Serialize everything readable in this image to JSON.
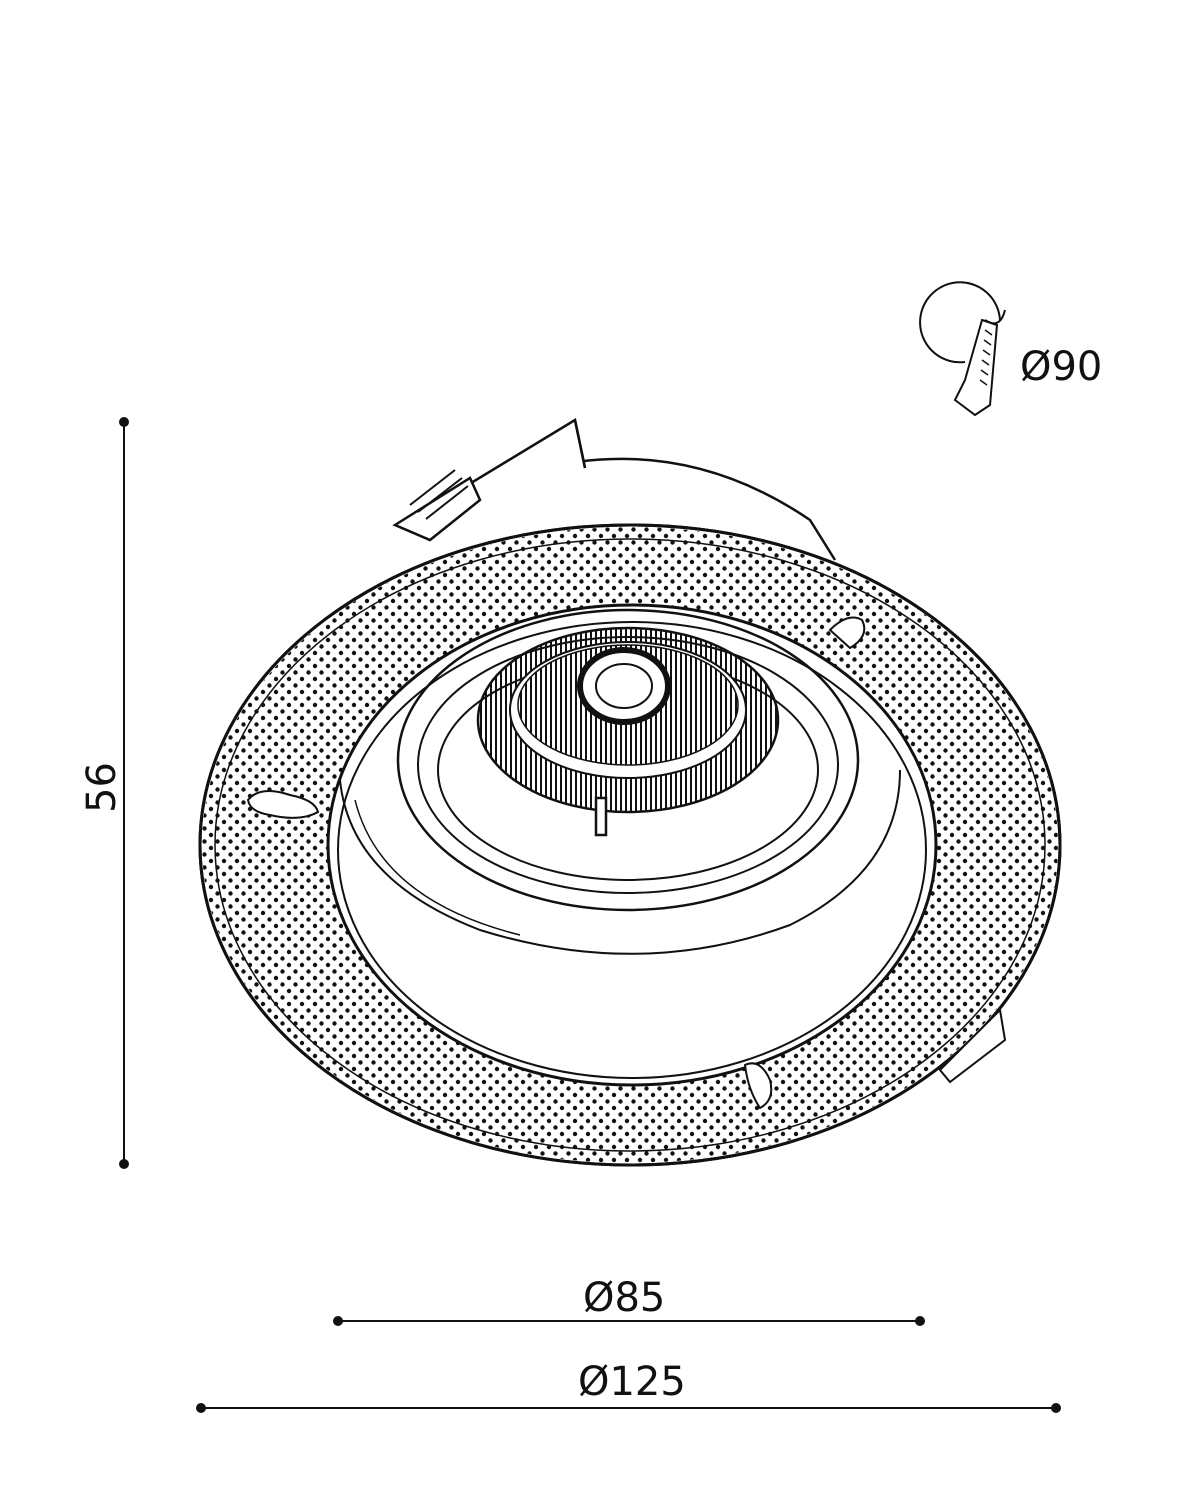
{
  "dimensions": {
    "height_label": "56",
    "inner_diameter_label": "Ø85",
    "outer_diameter_label": "Ø125",
    "cutout_label": "Ø90"
  },
  "icons": {
    "cutout": "ceiling-cutout-icon",
    "fixture": "recessed-downlight-drawing"
  },
  "colors": {
    "line": "#111111",
    "background": "#ffffff"
  }
}
